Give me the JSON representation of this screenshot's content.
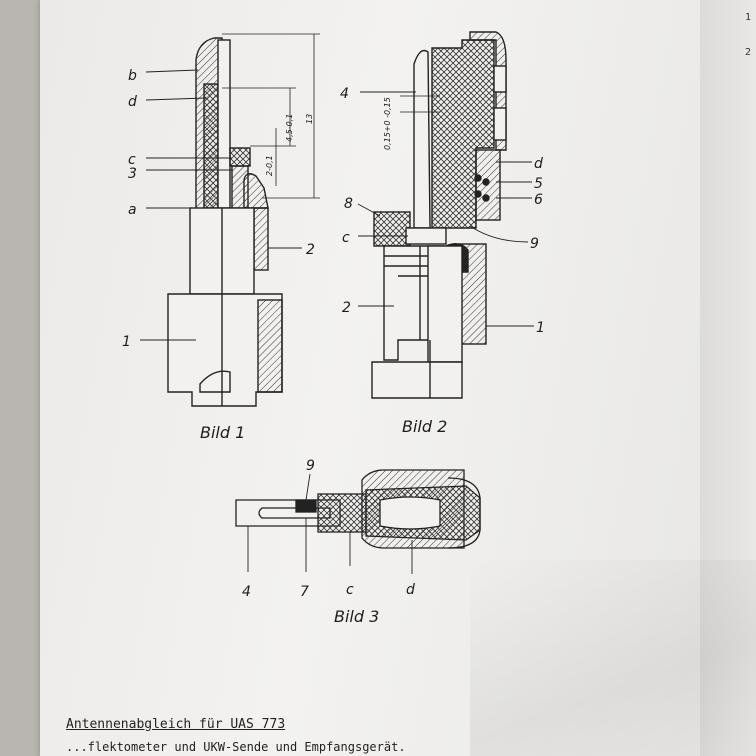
{
  "figures": {
    "bild1": {
      "caption": "Bild 1",
      "labels": [
        "b",
        "d",
        "c",
        "3",
        "a",
        "2",
        "1"
      ],
      "dimensions": [
        "4,5-0,1",
        "2-0,1",
        "13"
      ]
    },
    "bild2": {
      "caption": "Bild 2",
      "labels": [
        "4",
        "d",
        "5",
        "6",
        "8",
        "c",
        "9",
        "2",
        "1"
      ],
      "dimensions": [
        "0,15+0 -0,15"
      ]
    },
    "bild3": {
      "caption": "Bild 3",
      "labels": [
        "9",
        "4",
        "7",
        "c",
        "d"
      ]
    }
  },
  "text": {
    "heading": "Antennenabgleich für UAS 773",
    "line1": "...flektometer und UKW-Sende und Empfangsgerät."
  },
  "margin": [
    "1",
    "2"
  ]
}
